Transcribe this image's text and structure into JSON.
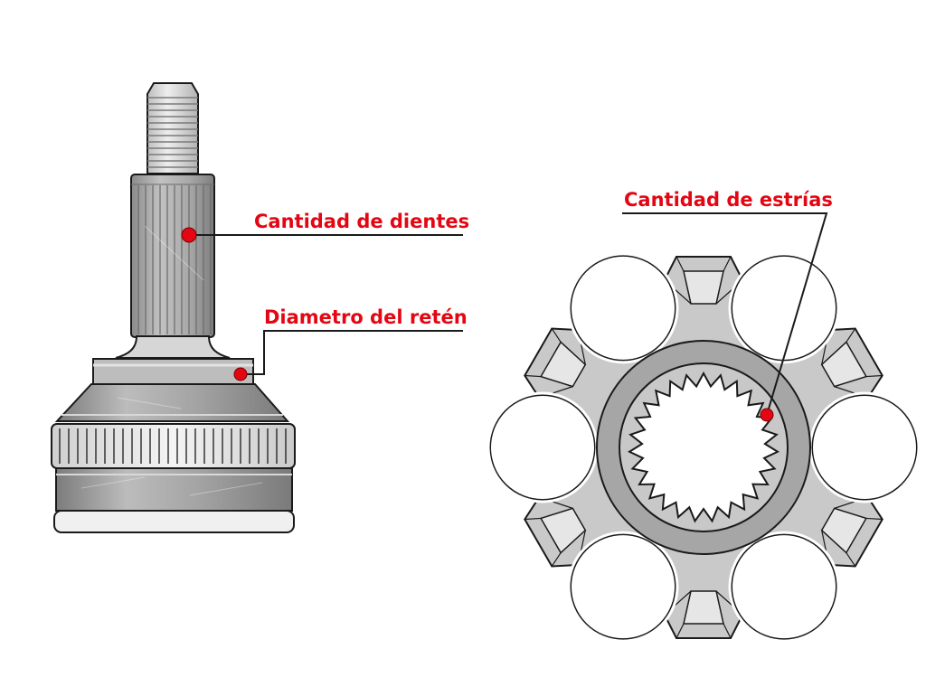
{
  "callouts": {
    "teeth_count": "Cantidad de dientes",
    "seal_diameter": "Diametro del retén",
    "spline_count": "Cantidad de estrías"
  },
  "colors": {
    "callout": "#e30613",
    "outline": "#1a1a1a",
    "metal_dark": "#8e8e8e",
    "metal_mid": "#b4b4b4",
    "metal_light": "#d2d2d2"
  }
}
